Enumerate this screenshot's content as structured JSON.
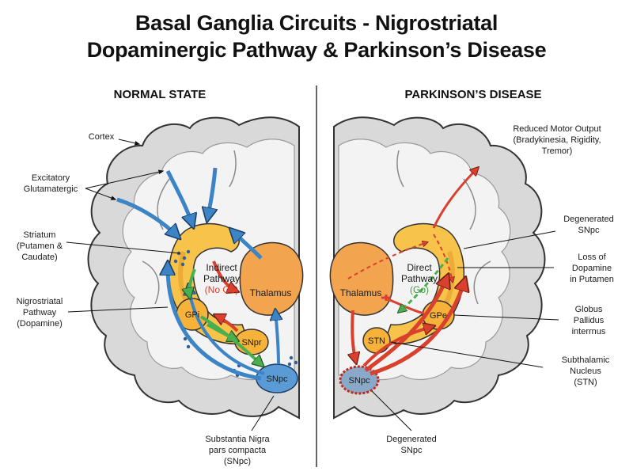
{
  "title": {
    "line1": "Basal Ganglia Circuits - Nigrostriatal",
    "line2": "Dopaminergic Pathway & Parkinson’s Disease"
  },
  "normal": {
    "heading": "NORMAL STATE",
    "labels": {
      "cortex": "Cortex",
      "excitatory": [
        "Excitatory",
        "Glutamatergic"
      ],
      "striatum": [
        "Striatum",
        "(Putamen &",
        "Caudate)"
      ],
      "nigrostriatal": [
        "Nigrostriatal",
        "Pathway",
        "(Dopamine)"
      ],
      "snpc_caption": [
        "Substantia Nigra",
        "pars compacta",
        "(SNpc)"
      ]
    },
    "structures": {
      "indirect": [
        "Indirect",
        "Pathway"
      ],
      "nogo": "(No Go)",
      "thalamus": "Thalamus",
      "gpi": "GPi",
      "snpr": "SNpr",
      "snpc": "SNpc"
    }
  },
  "disease": {
    "heading": "PARKINSON’S DISEASE",
    "labels": {
      "reduced": [
        "Reduced Motor Output",
        "(Bradykinesia, Rigidity,",
        "Tremor)"
      ],
      "degenerated_top": [
        "Degenerated",
        "SNpc"
      ],
      "loss": [
        "Loss of",
        "Dopamine",
        "in Putamen"
      ],
      "globus": [
        "Globus",
        "Pallidus",
        "interrnus"
      ],
      "subthalamic": [
        "Subthalamic",
        "Nucleus",
        "(STN)"
      ],
      "degenerated_bottom": [
        "Degenerated",
        "SNpc"
      ]
    },
    "structures": {
      "direct": [
        "Direct",
        "Pathway"
      ],
      "go": "(Go)",
      "thalamus": "Thalamus",
      "gpe": "GPe",
      "stn": "STN",
      "snpc": "SNpc"
    }
  },
  "colors": {
    "brain_fill": "#d9d9d9",
    "white_matter": "#f3f3f3",
    "striatum": "#f7c34a",
    "thalamus": "#f2a44e",
    "snpc": "#5b9bd5",
    "blue_arrow": "#3d84c6",
    "red_arrow": "#d9402e",
    "green_arrow": "#4bae4f",
    "nogo_text": "#d9402e",
    "go_text": "#3a9a3e"
  }
}
